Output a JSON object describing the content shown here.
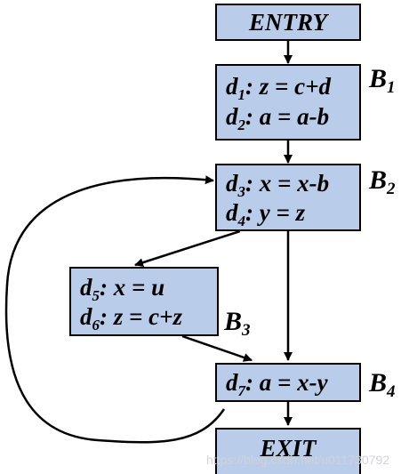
{
  "colors": {
    "box_fill": "#b9cdea",
    "stroke": "#000000",
    "watermark": "#d2d2d7"
  },
  "entry": {
    "text": "ENTRY"
  },
  "exit": {
    "text": "EXIT"
  },
  "blocks": {
    "b1": {
      "name": "B",
      "sub": "1",
      "lines": [
        {
          "d": "d",
          "sub": "1",
          "text": ": z = c+d"
        },
        {
          "d": "d",
          "sub": "2",
          "text": ": a = a-b"
        }
      ]
    },
    "b2": {
      "name": "B",
      "sub": "2",
      "lines": [
        {
          "d": "d",
          "sub": "3",
          "text": ": x = x-b"
        },
        {
          "d": "d",
          "sub": "4",
          "text": ": y = z"
        }
      ]
    },
    "b3": {
      "name": "B",
      "sub": "3",
      "lines": [
        {
          "d": "d",
          "sub": "5",
          "text": ": x = u"
        },
        {
          "d": "d",
          "sub": "6",
          "text": ": z = c+z"
        }
      ]
    },
    "b4": {
      "name": "B",
      "sub": "4",
      "lines": [
        {
          "d": "d",
          "sub": "7",
          "text": ": a = x-y"
        }
      ]
    }
  },
  "watermark": "https://blog.csdn.net/u011730792"
}
